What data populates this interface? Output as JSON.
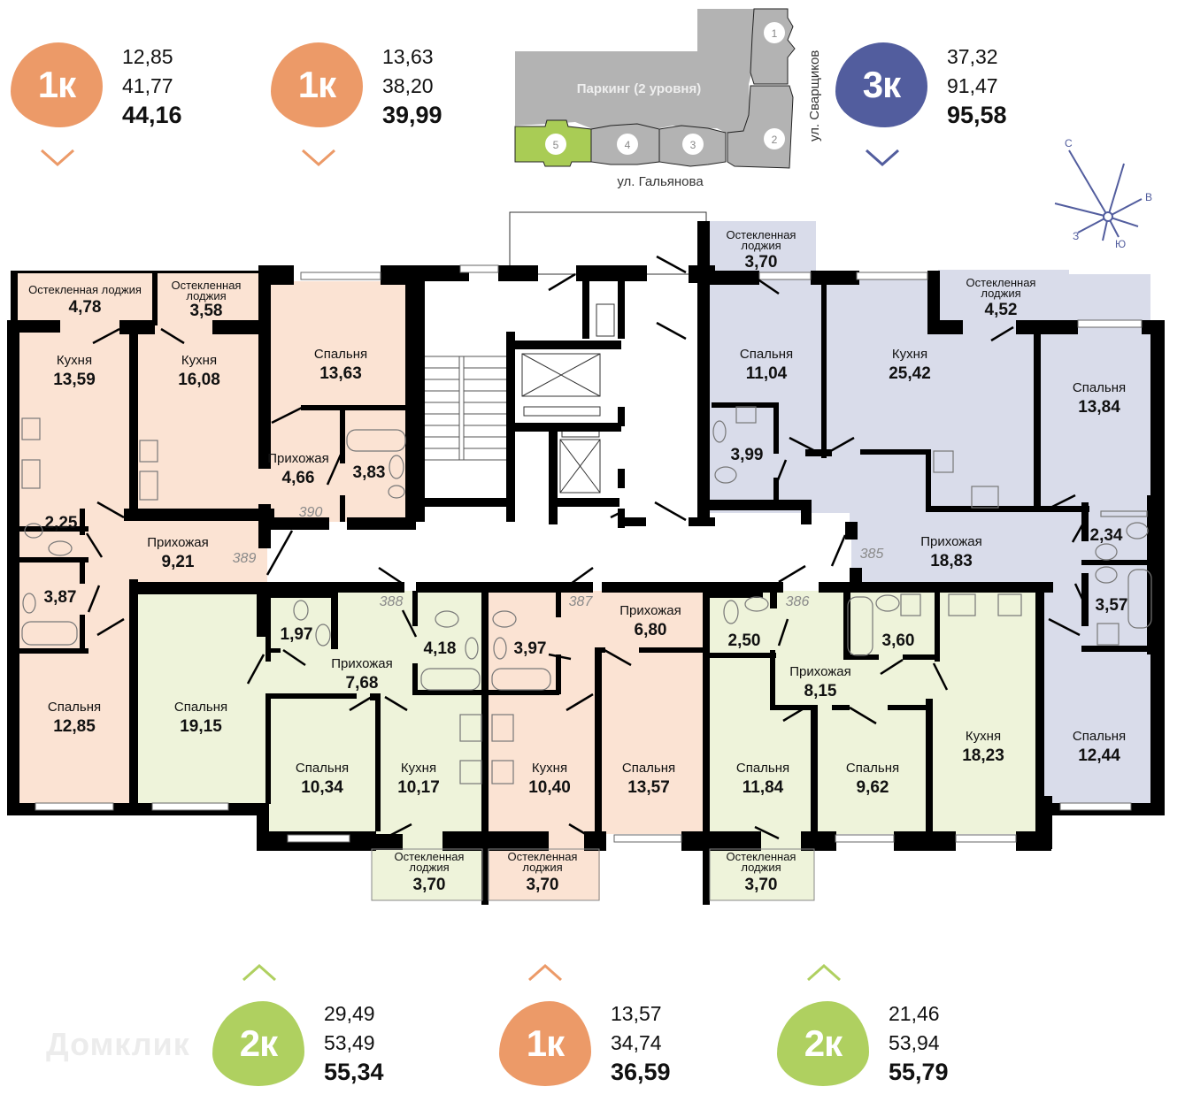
{
  "colors": {
    "one_room": "#EC9A68",
    "two_room": "#AFD060",
    "three_room": "#525D9E",
    "one_room_fill": "#FBE3D3",
    "two_room_fill": "#EEF3DA",
    "three_room_fill": "#D9DCEA",
    "site_gray": "#B3B3B3",
    "site_highlight": "#A9CC55"
  },
  "top_cards": [
    {
      "badge": "1к",
      "color_key": "one_room",
      "living": "12,85",
      "total": "41,77",
      "with_balcony": "44,16",
      "arrow": "down"
    },
    {
      "badge": "1к",
      "color_key": "one_room",
      "living": "13,63",
      "total": "38,20",
      "with_balcony": "39,99",
      "arrow": "down"
    },
    {
      "badge": "3к",
      "color_key": "three_room",
      "living": "37,32",
      "total": "91,47",
      "with_balcony": "95,58",
      "arrow": "down"
    }
  ],
  "bottom_cards": [
    {
      "badge": "2к",
      "color_key": "two_room",
      "living": "29,49",
      "total": "53,49",
      "with_balcony": "55,34",
      "arrow": "up"
    },
    {
      "badge": "1к",
      "color_key": "one_room",
      "living": "13,57",
      "total": "34,74",
      "with_balcony": "36,59",
      "arrow": "up"
    },
    {
      "badge": "2к",
      "color_key": "two_room",
      "living": "21,46",
      "total": "53,94",
      "with_balcony": "55,79",
      "arrow": "up"
    }
  ],
  "site_plan": {
    "parking_label": "Паркинг (2 уровня)",
    "street_bottom": "ул. Гальянова",
    "street_right": "ул. Сварщиков",
    "sections": [
      "1",
      "2",
      "3",
      "4",
      "5"
    ],
    "highlighted_section": "5"
  },
  "compass": {
    "n": "С",
    "e": "В",
    "s": "Ю",
    "w": "З"
  },
  "watermark": "Домклик",
  "apartments": [
    {
      "number": "389",
      "rooms": [
        {
          "name": "Остекленная лоджия",
          "area": "4,78"
        },
        {
          "name": "Кухня",
          "area": "13,59"
        },
        {
          "name": "",
          "area": "2,25"
        },
        {
          "name": "Прихожая",
          "area": "9,21"
        },
        {
          "name": "",
          "area": "3,87"
        },
        {
          "name": "Спальня",
          "area": "12,85"
        }
      ]
    },
    {
      "number": "390",
      "rooms": [
        {
          "name": "Остекленная лоджия",
          "area": "3,58"
        },
        {
          "name": "Кухня",
          "area": "16,08"
        },
        {
          "name": "Спальня",
          "area": "13,63"
        },
        {
          "name": "Прихожая",
          "area": "4,66"
        },
        {
          "name": "",
          "area": "3,83"
        }
      ]
    },
    {
      "number": "385",
      "rooms": [
        {
          "name": "Остекленная лоджия",
          "area": "3,70"
        },
        {
          "name": "Спальня",
          "area": "11,04"
        },
        {
          "name": "",
          "area": "3,99"
        },
        {
          "name": "Кухня",
          "area": "25,42"
        },
        {
          "name": "Остекленная лоджия",
          "area": "4,52"
        },
        {
          "name": "Спальня",
          "area": "13,84"
        },
        {
          "name": "Прихожая",
          "area": "18,83"
        },
        {
          "name": "",
          "area": "2,34"
        },
        {
          "name": "",
          "area": "3,57"
        },
        {
          "name": "Спальня",
          "area": "12,44"
        }
      ]
    },
    {
      "number": "388",
      "rooms": [
        {
          "name": "Спальня",
          "area": "19,15"
        },
        {
          "name": "",
          "area": "1,97"
        },
        {
          "name": "Прихожая",
          "area": "7,68"
        },
        {
          "name": "",
          "area": "4,18"
        },
        {
          "name": "Спальня",
          "area": "10,34"
        },
        {
          "name": "Кухня",
          "area": "10,17"
        },
        {
          "name": "Остекленная лоджия",
          "area": "3,70"
        }
      ]
    },
    {
      "number": "387",
      "rooms": [
        {
          "name": "",
          "area": "3,97"
        },
        {
          "name": "Прихожая",
          "area": "6,80"
        },
        {
          "name": "Кухня",
          "area": "10,40"
        },
        {
          "name": "Спальня",
          "area": "13,57"
        },
        {
          "name": "Остекленная лоджия",
          "area": "3,70"
        }
      ]
    },
    {
      "number": "386",
      "rooms": [
        {
          "name": "",
          "area": "2,50"
        },
        {
          "name": "",
          "area": "3,60"
        },
        {
          "name": "Прихожая",
          "area": "8,15"
        },
        {
          "name": "Спальня",
          "area": "11,84"
        },
        {
          "name": "Спальня",
          "area": "9,62"
        },
        {
          "name": "Кухня",
          "area": "18,23"
        },
        {
          "name": "Остекленная лоджия",
          "area": "3,70"
        }
      ]
    }
  ]
}
